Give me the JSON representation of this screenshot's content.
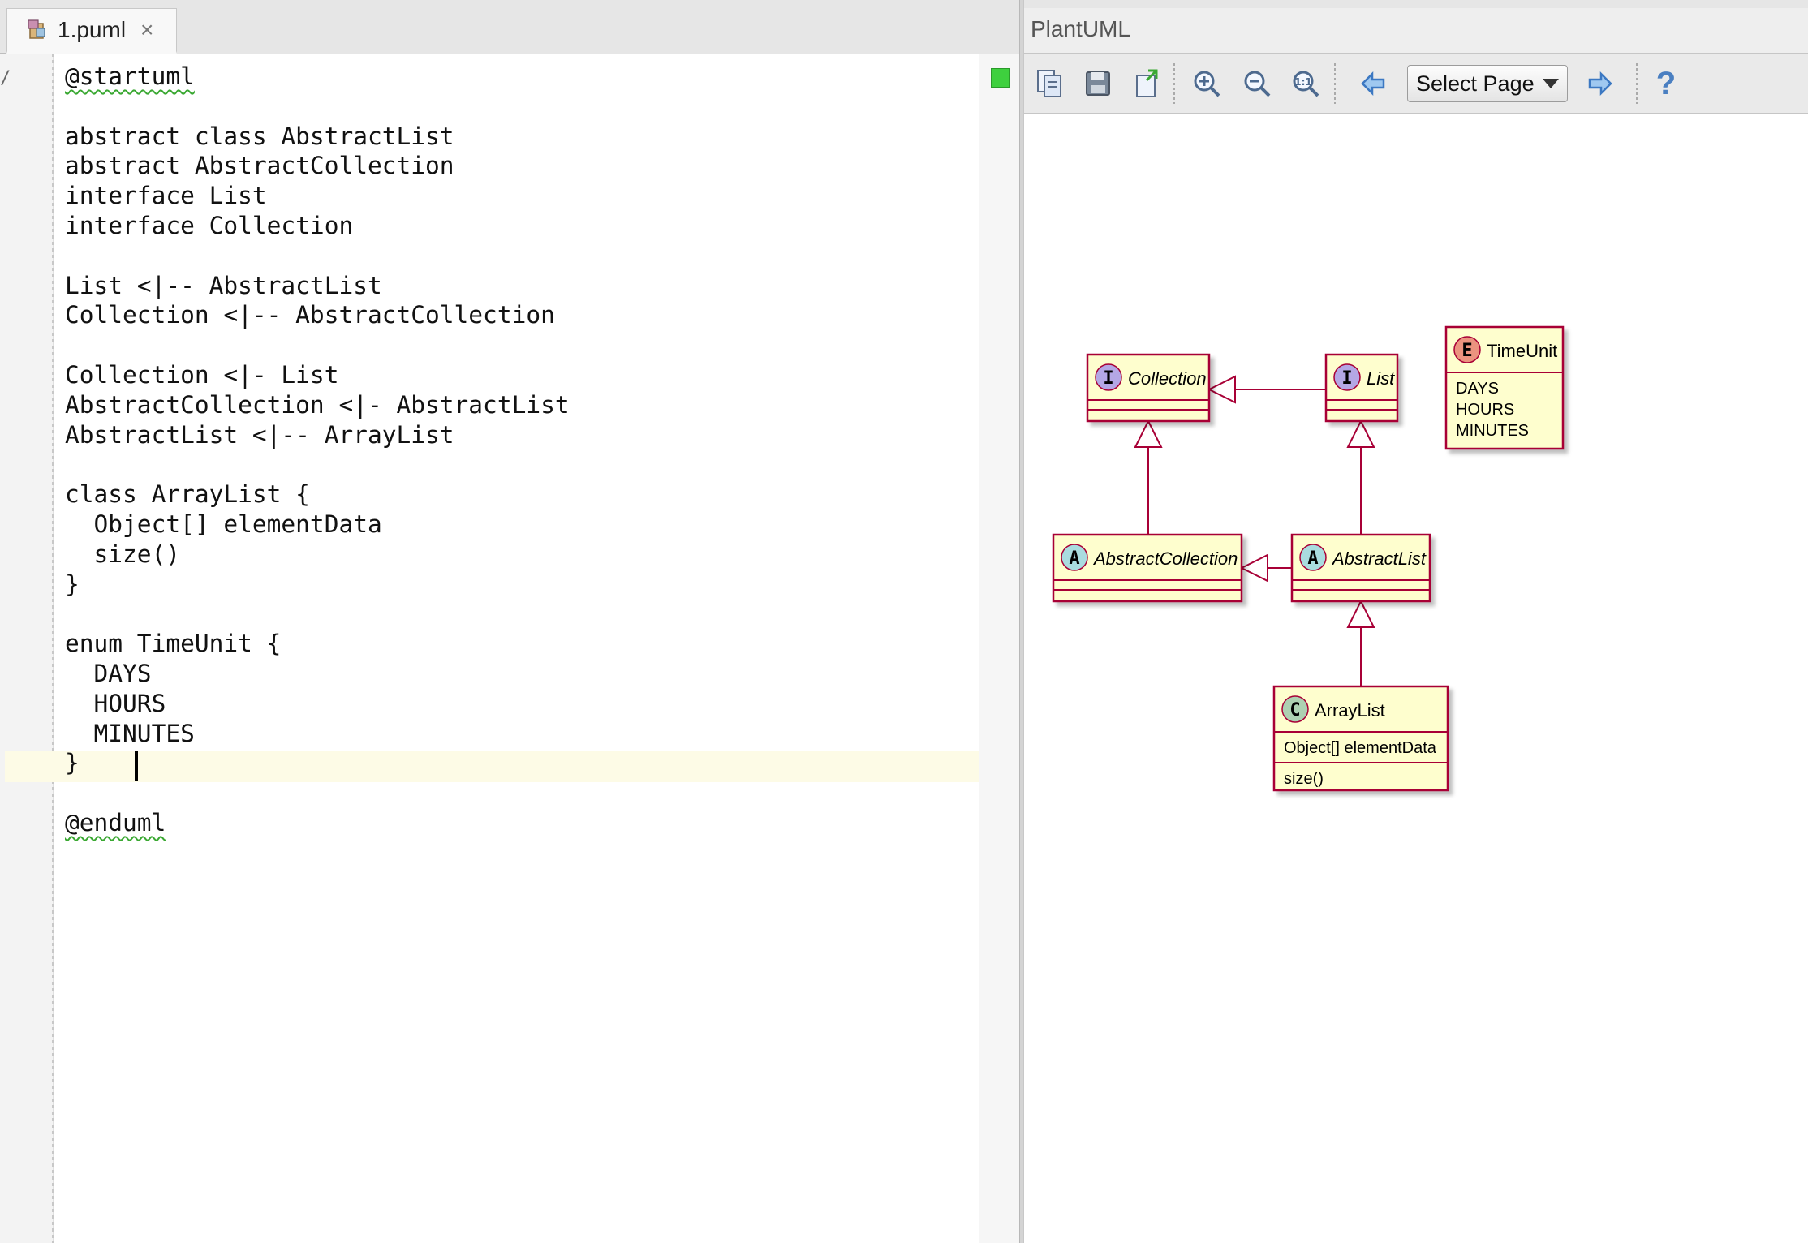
{
  "editor": {
    "tab": {
      "label": "1.puml",
      "close": "×"
    },
    "gutter_mark": "/",
    "lines": [
      "@startuml",
      "",
      "abstract class AbstractList",
      "abstract AbstractCollection",
      "interface List",
      "interface Collection",
      "",
      "List <|-- AbstractList",
      "Collection <|-- AbstractCollection",
      "",
      "Collection <|- List",
      "AbstractCollection <|- AbstractList",
      "AbstractList <|-- ArrayList",
      "",
      "class ArrayList {",
      "  Object[] elementData",
      "  size()",
      "}",
      "",
      "enum TimeUnit {",
      "  DAYS",
      "  HOURS",
      "  MINUTES",
      "}",
      "",
      "@enduml"
    ]
  },
  "plantuml": {
    "title": "PlantUML",
    "toolbar": {
      "buttons": [
        "copy-icon",
        "save-icon",
        "export-icon",
        "zoom-in-icon",
        "zoom-out-icon",
        "actual-size-icon",
        "previous-page-icon",
        "next-page-icon",
        "help-icon"
      ],
      "page_select": "Select Page",
      "help": "?"
    },
    "diagram": {
      "classes": [
        {
          "id": "collection",
          "stereotype": "I",
          "name": "Collection",
          "italic": true,
          "fields": [],
          "methods": []
        },
        {
          "id": "list",
          "stereotype": "I",
          "name": "List",
          "italic": true,
          "fields": [],
          "methods": []
        },
        {
          "id": "timeunit",
          "stereotype": "E",
          "name": "TimeUnit",
          "italic": false,
          "fields": [
            "DAYS",
            "HOURS",
            "MINUTES"
          ],
          "methods": []
        },
        {
          "id": "abstractcollection",
          "stereotype": "A",
          "name": "AbstractCollection",
          "italic": true,
          "fields": [],
          "methods": []
        },
        {
          "id": "abstractlist",
          "stereotype": "A",
          "name": "AbstractList",
          "italic": true,
          "fields": [],
          "methods": []
        },
        {
          "id": "arraylist",
          "stereotype": "C",
          "name": "ArrayList",
          "italic": false,
          "fields": [
            "Object[] elementData"
          ],
          "methods": [
            "size()"
          ]
        }
      ],
      "relations": [
        {
          "from": "list",
          "to": "collection",
          "type": "extends"
        },
        {
          "from": "abstractcollection",
          "to": "collection",
          "type": "extends"
        },
        {
          "from": "abstractlist",
          "to": "list",
          "type": "extends"
        },
        {
          "from": "abstractlist",
          "to": "abstractcollection",
          "type": "extends"
        },
        {
          "from": "arraylist",
          "to": "abstractlist",
          "type": "extends"
        }
      ],
      "colors": {
        "box_fill": "#fefece",
        "box_border": "#a80036",
        "interface_badge": "#b4a7e5",
        "abstract_badge": "#a9dcdf",
        "class_badge": "#add1b2",
        "enum_badge": "#eb937f"
      }
    }
  }
}
